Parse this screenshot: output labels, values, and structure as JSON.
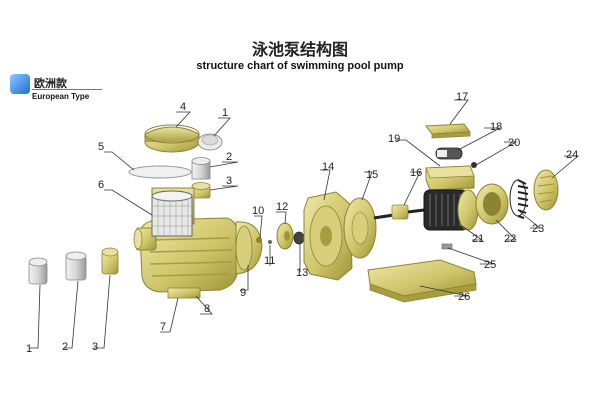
{
  "title_cn": "泳池泵结构图",
  "title_en": "structure chart of swimming pool pump",
  "badge": {
    "cn": "欧洲款",
    "en": "European Type"
  },
  "colors": {
    "part": "#cfc56a",
    "part_dark": "#a79d3f",
    "part_light": "#e6df97",
    "basket": "#dcdcdc",
    "motor": "#1a1a1a",
    "line": "#333333"
  },
  "callouts": [
    {
      "id": "4",
      "label": "4"
    },
    {
      "id": "1-top",
      "label": "1"
    },
    {
      "id": "5",
      "label": "5"
    },
    {
      "id": "2-top",
      "label": "2"
    },
    {
      "id": "6",
      "label": "6"
    },
    {
      "id": "3-top",
      "label": "3"
    },
    {
      "id": "10",
      "label": "10"
    },
    {
      "id": "12",
      "label": "12"
    },
    {
      "id": "11",
      "label": "11"
    },
    {
      "id": "13",
      "label": "13"
    },
    {
      "id": "9",
      "label": "9"
    },
    {
      "id": "8",
      "label": "8"
    },
    {
      "id": "7",
      "label": "7"
    },
    {
      "id": "1-bot",
      "label": "1"
    },
    {
      "id": "2-bot",
      "label": "2"
    },
    {
      "id": "3-bot",
      "label": "3"
    },
    {
      "id": "14",
      "label": "14"
    },
    {
      "id": "15",
      "label": "15"
    },
    {
      "id": "17",
      "label": "17"
    },
    {
      "id": "18",
      "label": "18"
    },
    {
      "id": "19",
      "label": "19"
    },
    {
      "id": "20",
      "label": "20"
    },
    {
      "id": "16",
      "label": "16"
    },
    {
      "id": "24",
      "label": "24"
    },
    {
      "id": "21",
      "label": "21"
    },
    {
      "id": "22",
      "label": "22"
    },
    {
      "id": "23",
      "label": "23"
    },
    {
      "id": "25",
      "label": "25"
    },
    {
      "id": "26",
      "label": "26"
    }
  ]
}
